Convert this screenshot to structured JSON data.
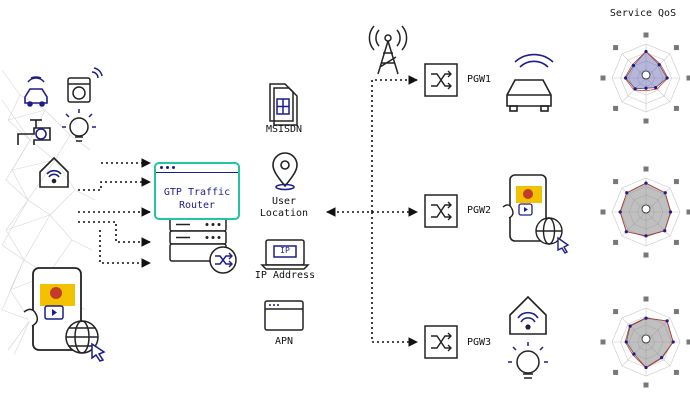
{
  "header": {
    "title": "Service QoS"
  },
  "router": {
    "label": "GTP Traffic\nRouter"
  },
  "attributes": {
    "msisdn": "MSISDN",
    "location": "User\nLocation",
    "ip_address": "IP Address",
    "apn": "APN",
    "ip_chip": "IP"
  },
  "gateways": [
    {
      "label": "PGW1"
    },
    {
      "label": "PGW2"
    },
    {
      "label": "PGW3"
    }
  ],
  "icons": [
    "cell-tower-icon",
    "car-wifi-icon",
    "washing-machine-icon",
    "faucet-icon",
    "lightbulb-icon",
    "home-wifi-icon",
    "smartphone-video-icon",
    "globe-icon",
    "sim-card-icon",
    "location-pin-icon",
    "laptop-icon",
    "browser-window-icon",
    "switch-icon",
    "radar-chart-icon"
  ],
  "colors": {
    "navy": "#1d1d8a",
    "teal": "#22c5a0",
    "dark": "#222222",
    "radar_fill": "#8c8c8c"
  }
}
